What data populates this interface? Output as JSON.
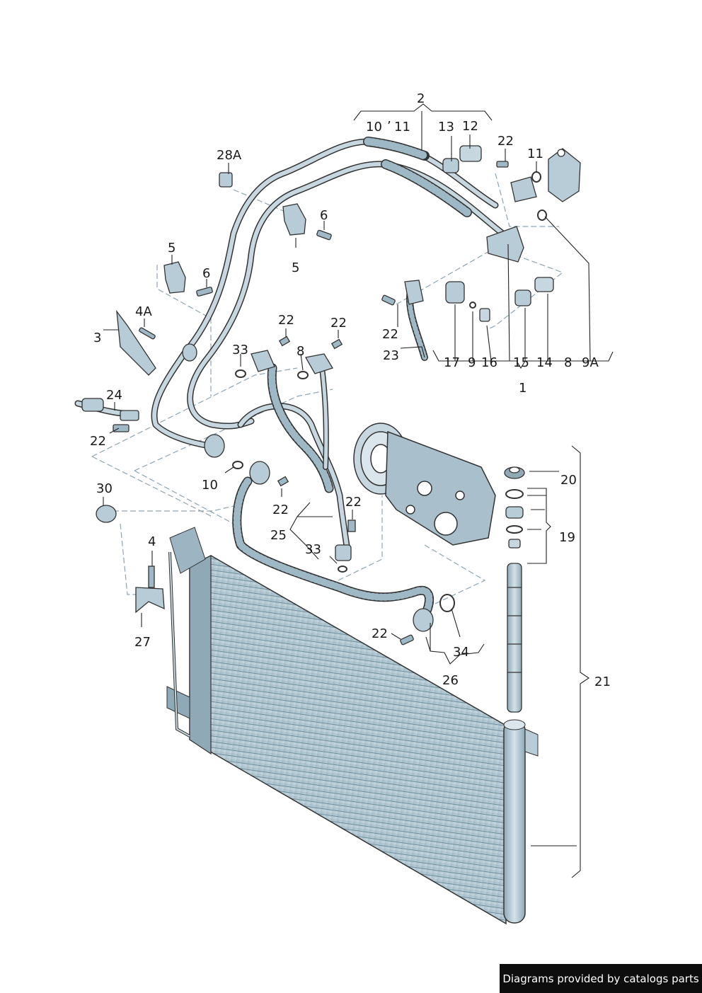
{
  "labels": {
    "l2": "2",
    "l10a": "10",
    "l_tick": "’",
    "l11a": "11",
    "l13": "13",
    "l12": "12",
    "l22a": "22",
    "l11b": "11",
    "l28a": "28A",
    "l6a": "6",
    "l5a": "5",
    "l5b": "5",
    "l6b": "6",
    "l4a": "4A",
    "l3": "3",
    "l22b": "22",
    "l22c": "22",
    "l33a": "33",
    "l8a": "8",
    "l22d": "22",
    "l23": "23",
    "l17": "17",
    "l9": "9",
    "l16": "16",
    "l15": "15",
    "l14": "14",
    "l8b": "8",
    "l9a": "9A",
    "l1": "1",
    "l24": "24",
    "l22e": "22",
    "l10b": "10",
    "l22f": "22",
    "l22g": "22",
    "l20": "20",
    "l19": "19",
    "l30": "30",
    "l25": "25",
    "l33b": "33",
    "l4": "4",
    "l22h": "22",
    "l34": "34",
    "l26": "26",
    "l27": "27",
    "l21": "21"
  },
  "footer": {
    "text": "Diagrams provided by catalogs parts"
  },
  "colors": {
    "part_fill": "#b7ccd6",
    "part_dark": "#7f9aa8",
    "outline": "#333333",
    "leader": "#222222",
    "dashed": "#8ea4b2",
    "background": "#ffffff"
  }
}
